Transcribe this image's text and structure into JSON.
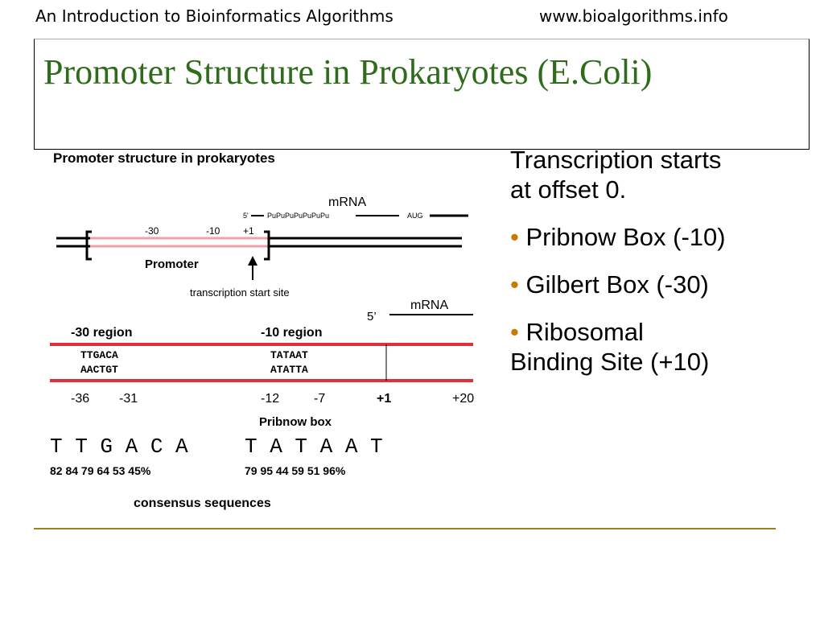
{
  "header": {
    "left": "An Introduction to Bioinformatics Algorithms",
    "right": "www.bioalgorithms.info"
  },
  "slide": {
    "title": "Promoter Structure in Prokaryotes (E.Coli)"
  },
  "diagram": {
    "heading": "Promoter structure in prokaryotes",
    "top": {
      "mrna_label": "mRNA",
      "five_prime": "5'",
      "pu_seq": "PuPuPuPuPuPuPu",
      "aug": "AUG",
      "pos_m30": "-30",
      "pos_m10": "-10",
      "pos_p1": "+1",
      "promoter": "Promoter",
      "tss": "transcription start site"
    },
    "lower": {
      "mrna_label": "mRNA",
      "five_prime": "5’",
      "region30": "-30 region",
      "region10": "-10 region",
      "seq30_top": "TTGACA",
      "seq30_bot": "AACTGT",
      "seq10_top": "TATAAT",
      "seq10_bot": "ATATTA",
      "ticks": [
        "-36",
        "-31",
        "-12",
        "-7",
        "+1",
        "+20"
      ],
      "pribnow": "Pribnow box"
    },
    "consensus": {
      "seq1": "T T G A C A",
      "seq2": "T A T A A T",
      "pct1": "82  84  79  64  53  45%",
      "pct2": "79  95  44  59  51  96%",
      "label": "consensus sequences"
    },
    "colors": {
      "red": "#e0303c",
      "pink": "#f0a0a8"
    }
  },
  "bullets": {
    "intro1": "Transcription starts",
    "intro2": "at offset 0.",
    "b1": "Pribnow Box (-10)",
    "b2": "Gilbert Box (-30)",
    "b3a": "Ribosomal",
    "b3b": "Binding Site (+10)"
  }
}
